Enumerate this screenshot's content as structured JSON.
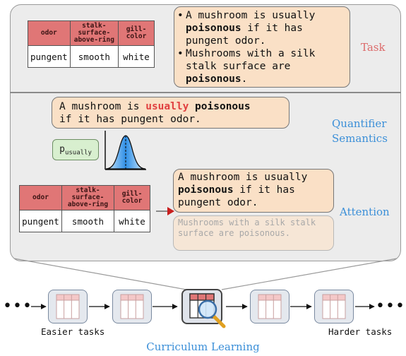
{
  "table": {
    "headers": [
      "odor",
      "stalk-surface-above-ring",
      "gill-color"
    ],
    "header_lines": [
      [
        "odor"
      ],
      [
        "stalk-",
        "surface-",
        "above-ring"
      ],
      [
        "gill-",
        "color"
      ]
    ],
    "row": [
      "pungent",
      "smooth",
      "white"
    ]
  },
  "task": {
    "label": "Task",
    "bullets": [
      {
        "pre": "A mushroom is usually ",
        "bold": "poisonous",
        "post": " if it has pungent odor."
      },
      {
        "pre": "Mushrooms with a silk stalk surface are ",
        "bold": "poisonous",
        "post": "."
      }
    ]
  },
  "quantifier": {
    "label_line1": "Quantifier",
    "label_line2": "Semantics",
    "sentence_pre": "A mushroom is ",
    "sentence_usually": "usually",
    "sentence_bold": " poisonous",
    "sentence_post": "if it has pungent odor.",
    "p_symbol": "p",
    "p_subscript": "usually"
  },
  "attention": {
    "label": "Attention",
    "focused": {
      "pre": "A mushroom is usually ",
      "bold": "poisonous",
      "post": " if it has pungent odor."
    },
    "faded": "Mushrooms with a silk stalk surface are poisonous."
  },
  "curriculum": {
    "title": "Curriculum Learning",
    "easier": "Easier tasks",
    "harder": "Harder tasks",
    "left_dots": "•••",
    "right_dots": "•••"
  },
  "colors": {
    "header_red": "#e07676",
    "bubble": "#fae0c6",
    "accent_blue": "#3b8fd8",
    "accent_red": "#dc6a6a",
    "highlight": "#e04040"
  }
}
